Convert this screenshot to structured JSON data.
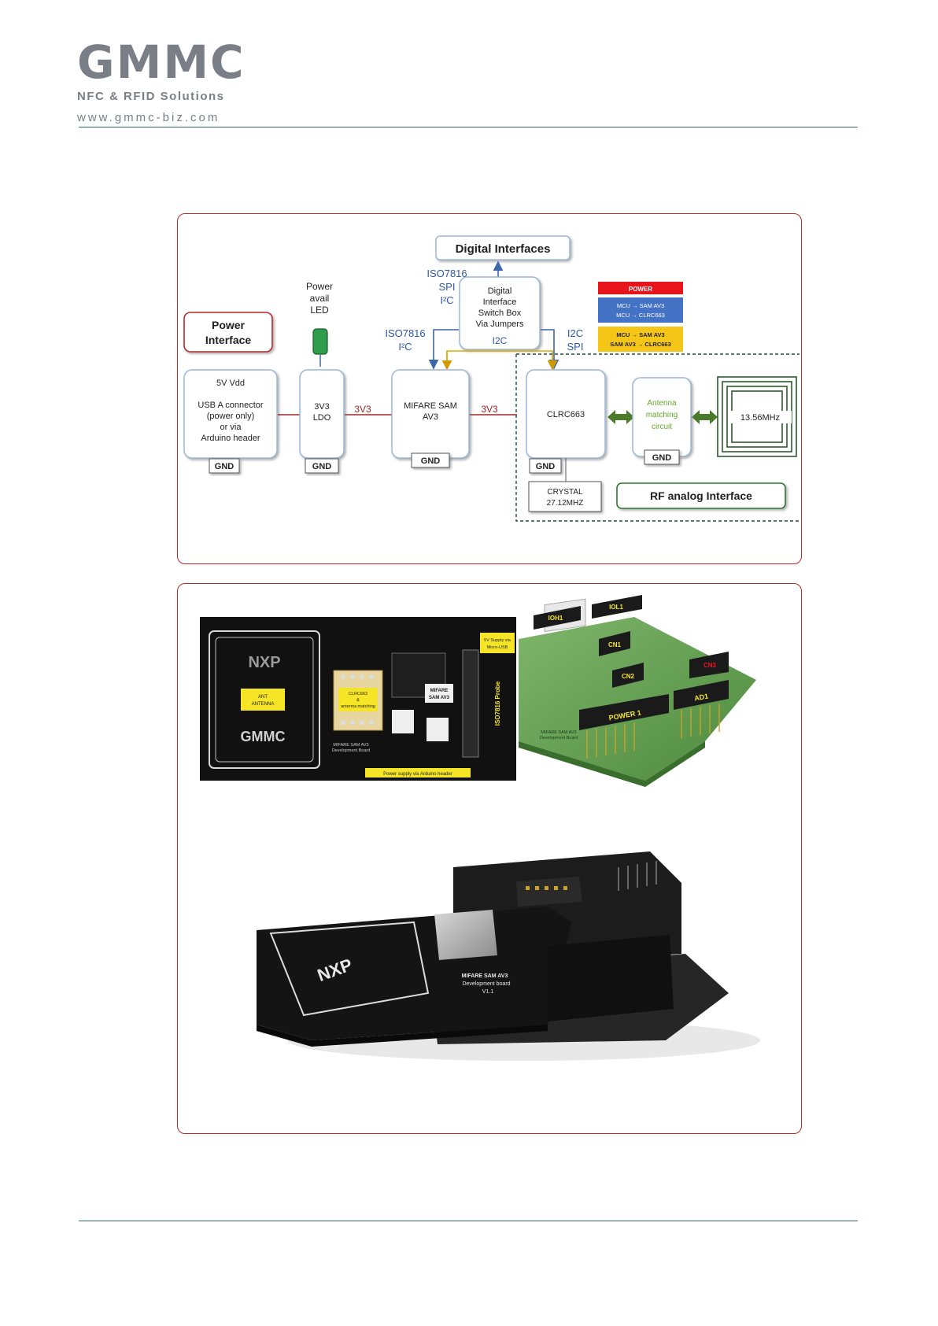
{
  "header": {
    "logo_text": "GMMC",
    "tagline": "NFC & RFID Solutions",
    "url": "www.gmmc-biz.com"
  },
  "diagram": {
    "digital_interfaces": "Digital Interfaces",
    "iso_spi_i2c": [
      "ISO7816",
      "SPI",
      "I²C"
    ],
    "power_label": [
      "Power",
      "avail",
      "LED"
    ],
    "power_interface": [
      "Power",
      "Interface"
    ],
    "switch_box": [
      "Digital",
      "Interface",
      "Switch Box",
      "Via Jumpers"
    ],
    "i2c_label": "I2C",
    "iso_left": [
      "ISO7816",
      "I²C"
    ],
    "i2c_spi_right": [
      "I2C",
      "SPI"
    ],
    "legend": {
      "power": "POWER",
      "blue": [
        "MCU → SAM AV3",
        "MCU → CLRC663"
      ],
      "yellow": [
        "MCU → SAM AV3",
        "SAM AV3 → CLRC663"
      ]
    },
    "vdd_box": [
      "5V Vdd",
      "",
      "USB A connector",
      "(power  only)",
      "or via",
      "Arduino header"
    ],
    "ldo_box": [
      "3V3",
      "LDO"
    ],
    "sam_box": [
      "MIFARE SAM",
      "AV3"
    ],
    "clrc_box": "CLRC663",
    "antenna_box": [
      "Antenna",
      "matching",
      "circuit"
    ],
    "freq": "13.56MHz",
    "gnd": "GND",
    "rail_3v3": "3V3",
    "crystal": [
      "CRYSTAL",
      "27.12MHZ"
    ],
    "rf_interface": "RF analog Interface",
    "colors": {
      "power": "#e8141c",
      "blue": "#4472c4",
      "yellow": "#f5c518",
      "rail": "#a32424",
      "green": "#2d7a2d",
      "arrow_green": "#4a7a2a",
      "antenna_text": "#66a82a"
    }
  },
  "board_photos": {
    "top_view": {
      "nxp": "NXP",
      "gmmc": "GMMC",
      "ant_label": [
        "ANT",
        "ANTENNA"
      ],
      "clrc_label": [
        "CLRC663",
        "&",
        "antenna matching"
      ],
      "sam_label": [
        "MIFARE",
        "SAM AV3"
      ],
      "iso_label": "ISO7816 Probe",
      "bottom_label": "Power supply via Arduino header",
      "corner_label": [
        "5V Supply via",
        "Micro-USB"
      ],
      "board_name": [
        "MIFARE SAM AV3",
        "Development Board"
      ]
    },
    "angled_view": {
      "headers": [
        "IOH1",
        "IOL1",
        "CN1",
        "CN2",
        "CN3",
        "POWER 1",
        "AD1"
      ],
      "board_name": [
        "MIFARE SAM AV3",
        "Development Board"
      ]
    },
    "stacked_view": {
      "nxp": "NXP",
      "board_name": [
        "MIFARE SAM AV3",
        "Development board",
        "V1.1"
      ]
    }
  }
}
